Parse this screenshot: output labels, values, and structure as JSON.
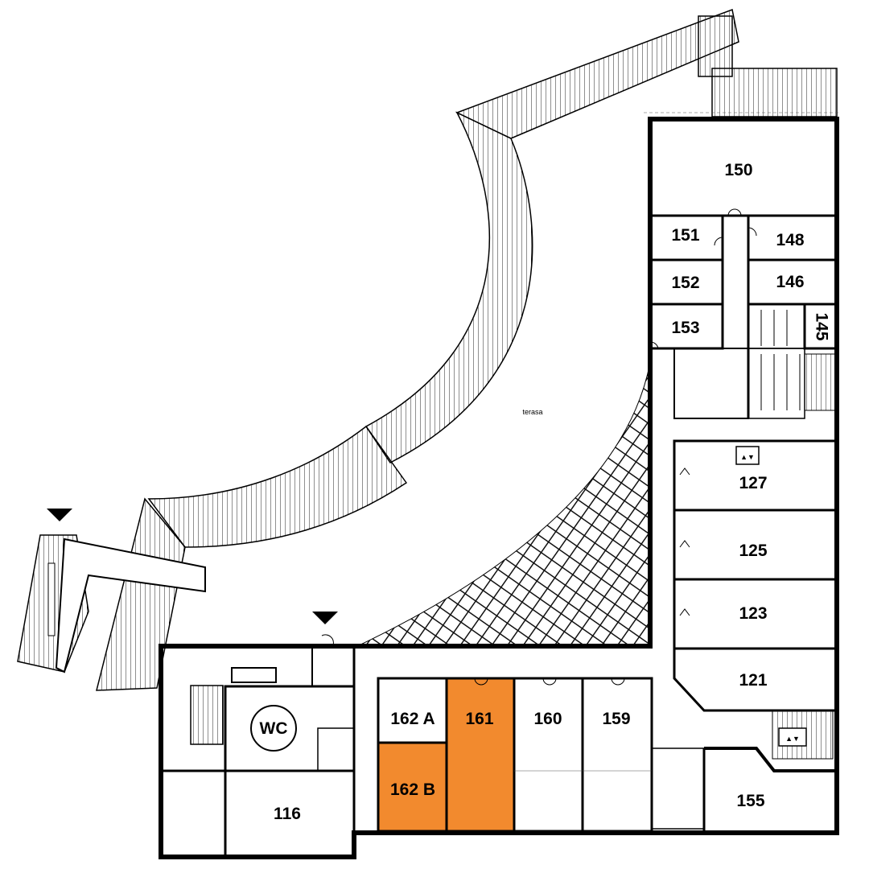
{
  "map": {
    "terrace_label": "terasa",
    "highlight_color": "#f28a2e",
    "wc_label": "WC",
    "rooms": [
      {
        "id": "150",
        "label": "150",
        "highlighted": false
      },
      {
        "id": "151",
        "label": "151",
        "highlighted": false
      },
      {
        "id": "148",
        "label": "148",
        "highlighted": false
      },
      {
        "id": "152",
        "label": "152",
        "highlighted": false
      },
      {
        "id": "146",
        "label": "146",
        "highlighted": false
      },
      {
        "id": "153",
        "label": "153",
        "highlighted": false
      },
      {
        "id": "145",
        "label": "145",
        "highlighted": false
      },
      {
        "id": "127",
        "label": "127",
        "highlighted": false
      },
      {
        "id": "125",
        "label": "125",
        "highlighted": false
      },
      {
        "id": "123",
        "label": "123",
        "highlighted": false
      },
      {
        "id": "121",
        "label": "121",
        "highlighted": false
      },
      {
        "id": "162A",
        "label": "162 A",
        "highlighted": false
      },
      {
        "id": "161",
        "label": "161",
        "highlighted": true
      },
      {
        "id": "160",
        "label": "160",
        "highlighted": false
      },
      {
        "id": "159",
        "label": "159",
        "highlighted": false
      },
      {
        "id": "162B",
        "label": "162 B",
        "highlighted": true
      },
      {
        "id": "155",
        "label": "155",
        "highlighted": false
      },
      {
        "id": "116",
        "label": "116",
        "highlighted": false
      }
    ],
    "icons": [
      "entrance-marker-icon",
      "elevator-icon",
      "stairs-icon",
      "door-icon"
    ]
  }
}
